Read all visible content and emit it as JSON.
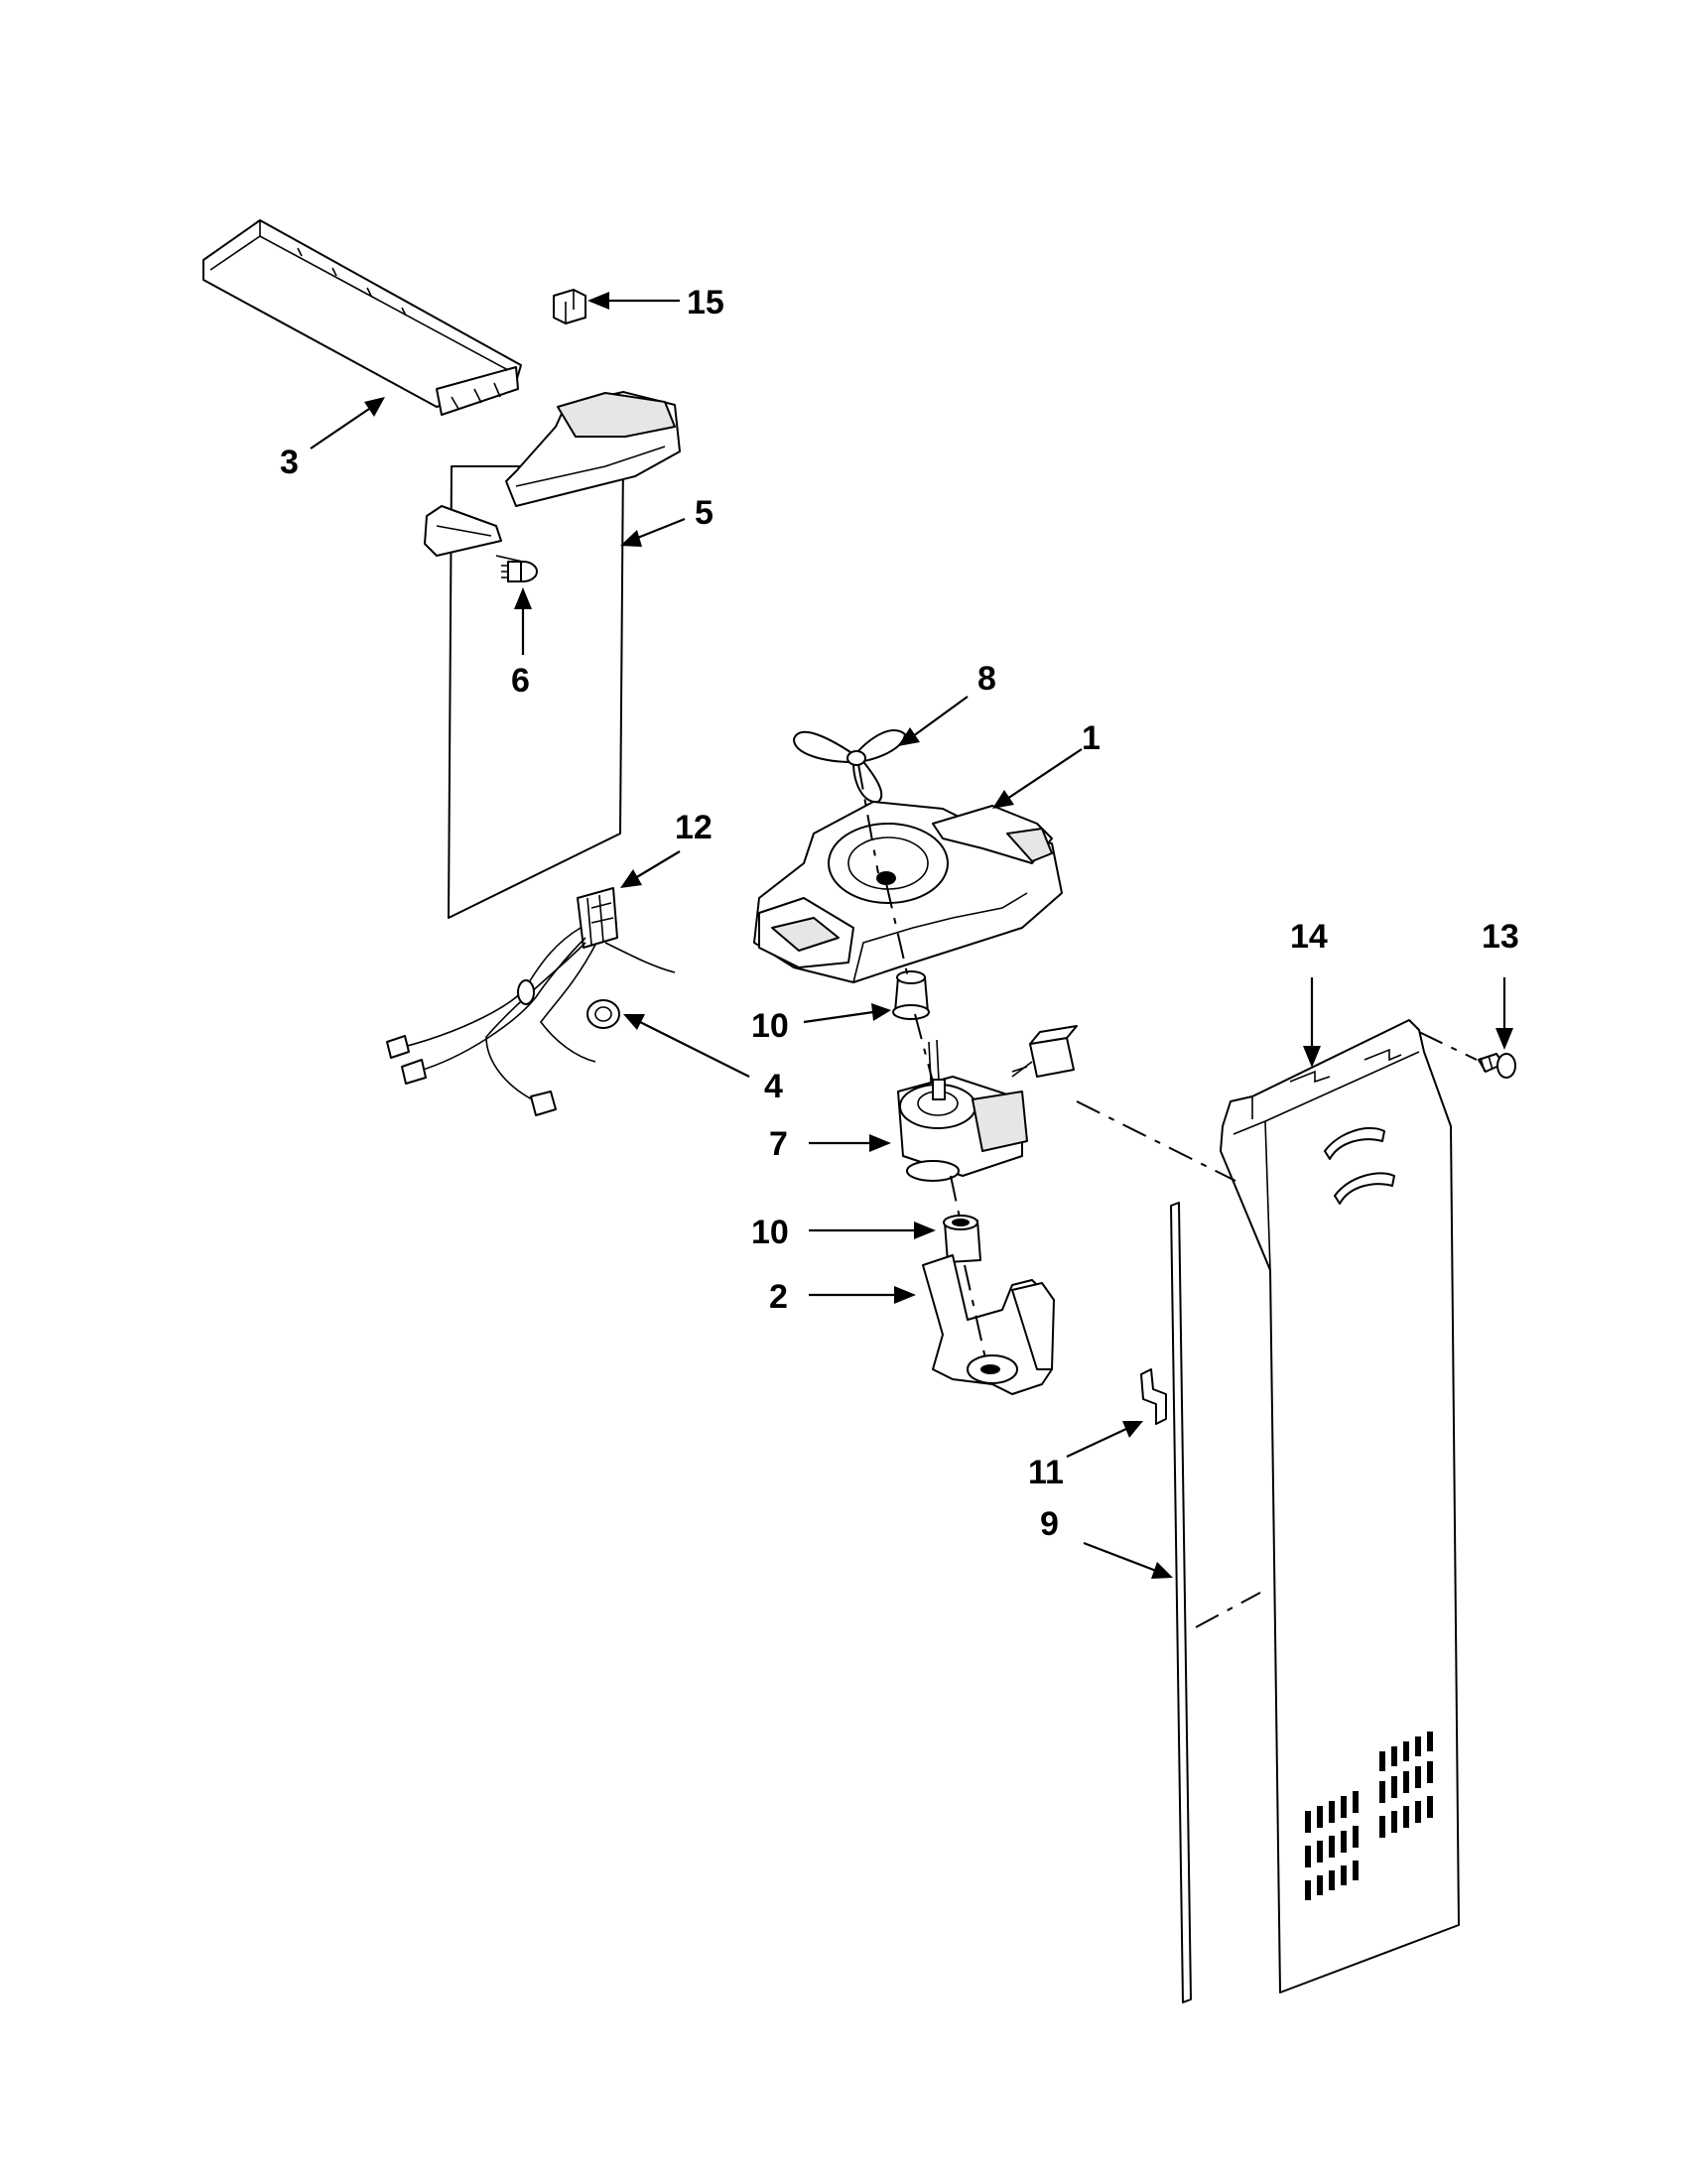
{
  "callouts": [
    {
      "id": "1",
      "label": "1"
    },
    {
      "id": "2",
      "label": "2"
    },
    {
      "id": "3",
      "label": "3"
    },
    {
      "id": "4",
      "label": "4"
    },
    {
      "id": "5",
      "label": "5"
    },
    {
      "id": "6",
      "label": "6"
    },
    {
      "id": "7",
      "label": "7"
    },
    {
      "id": "8",
      "label": "8"
    },
    {
      "id": "9",
      "label": "9"
    },
    {
      "id": "10a",
      "label": "10"
    },
    {
      "id": "10b",
      "label": "10"
    },
    {
      "id": "11",
      "label": "11"
    },
    {
      "id": "12",
      "label": "12"
    },
    {
      "id": "13",
      "label": "13"
    },
    {
      "id": "14",
      "label": "14"
    },
    {
      "id": "15",
      "label": "15"
    }
  ]
}
